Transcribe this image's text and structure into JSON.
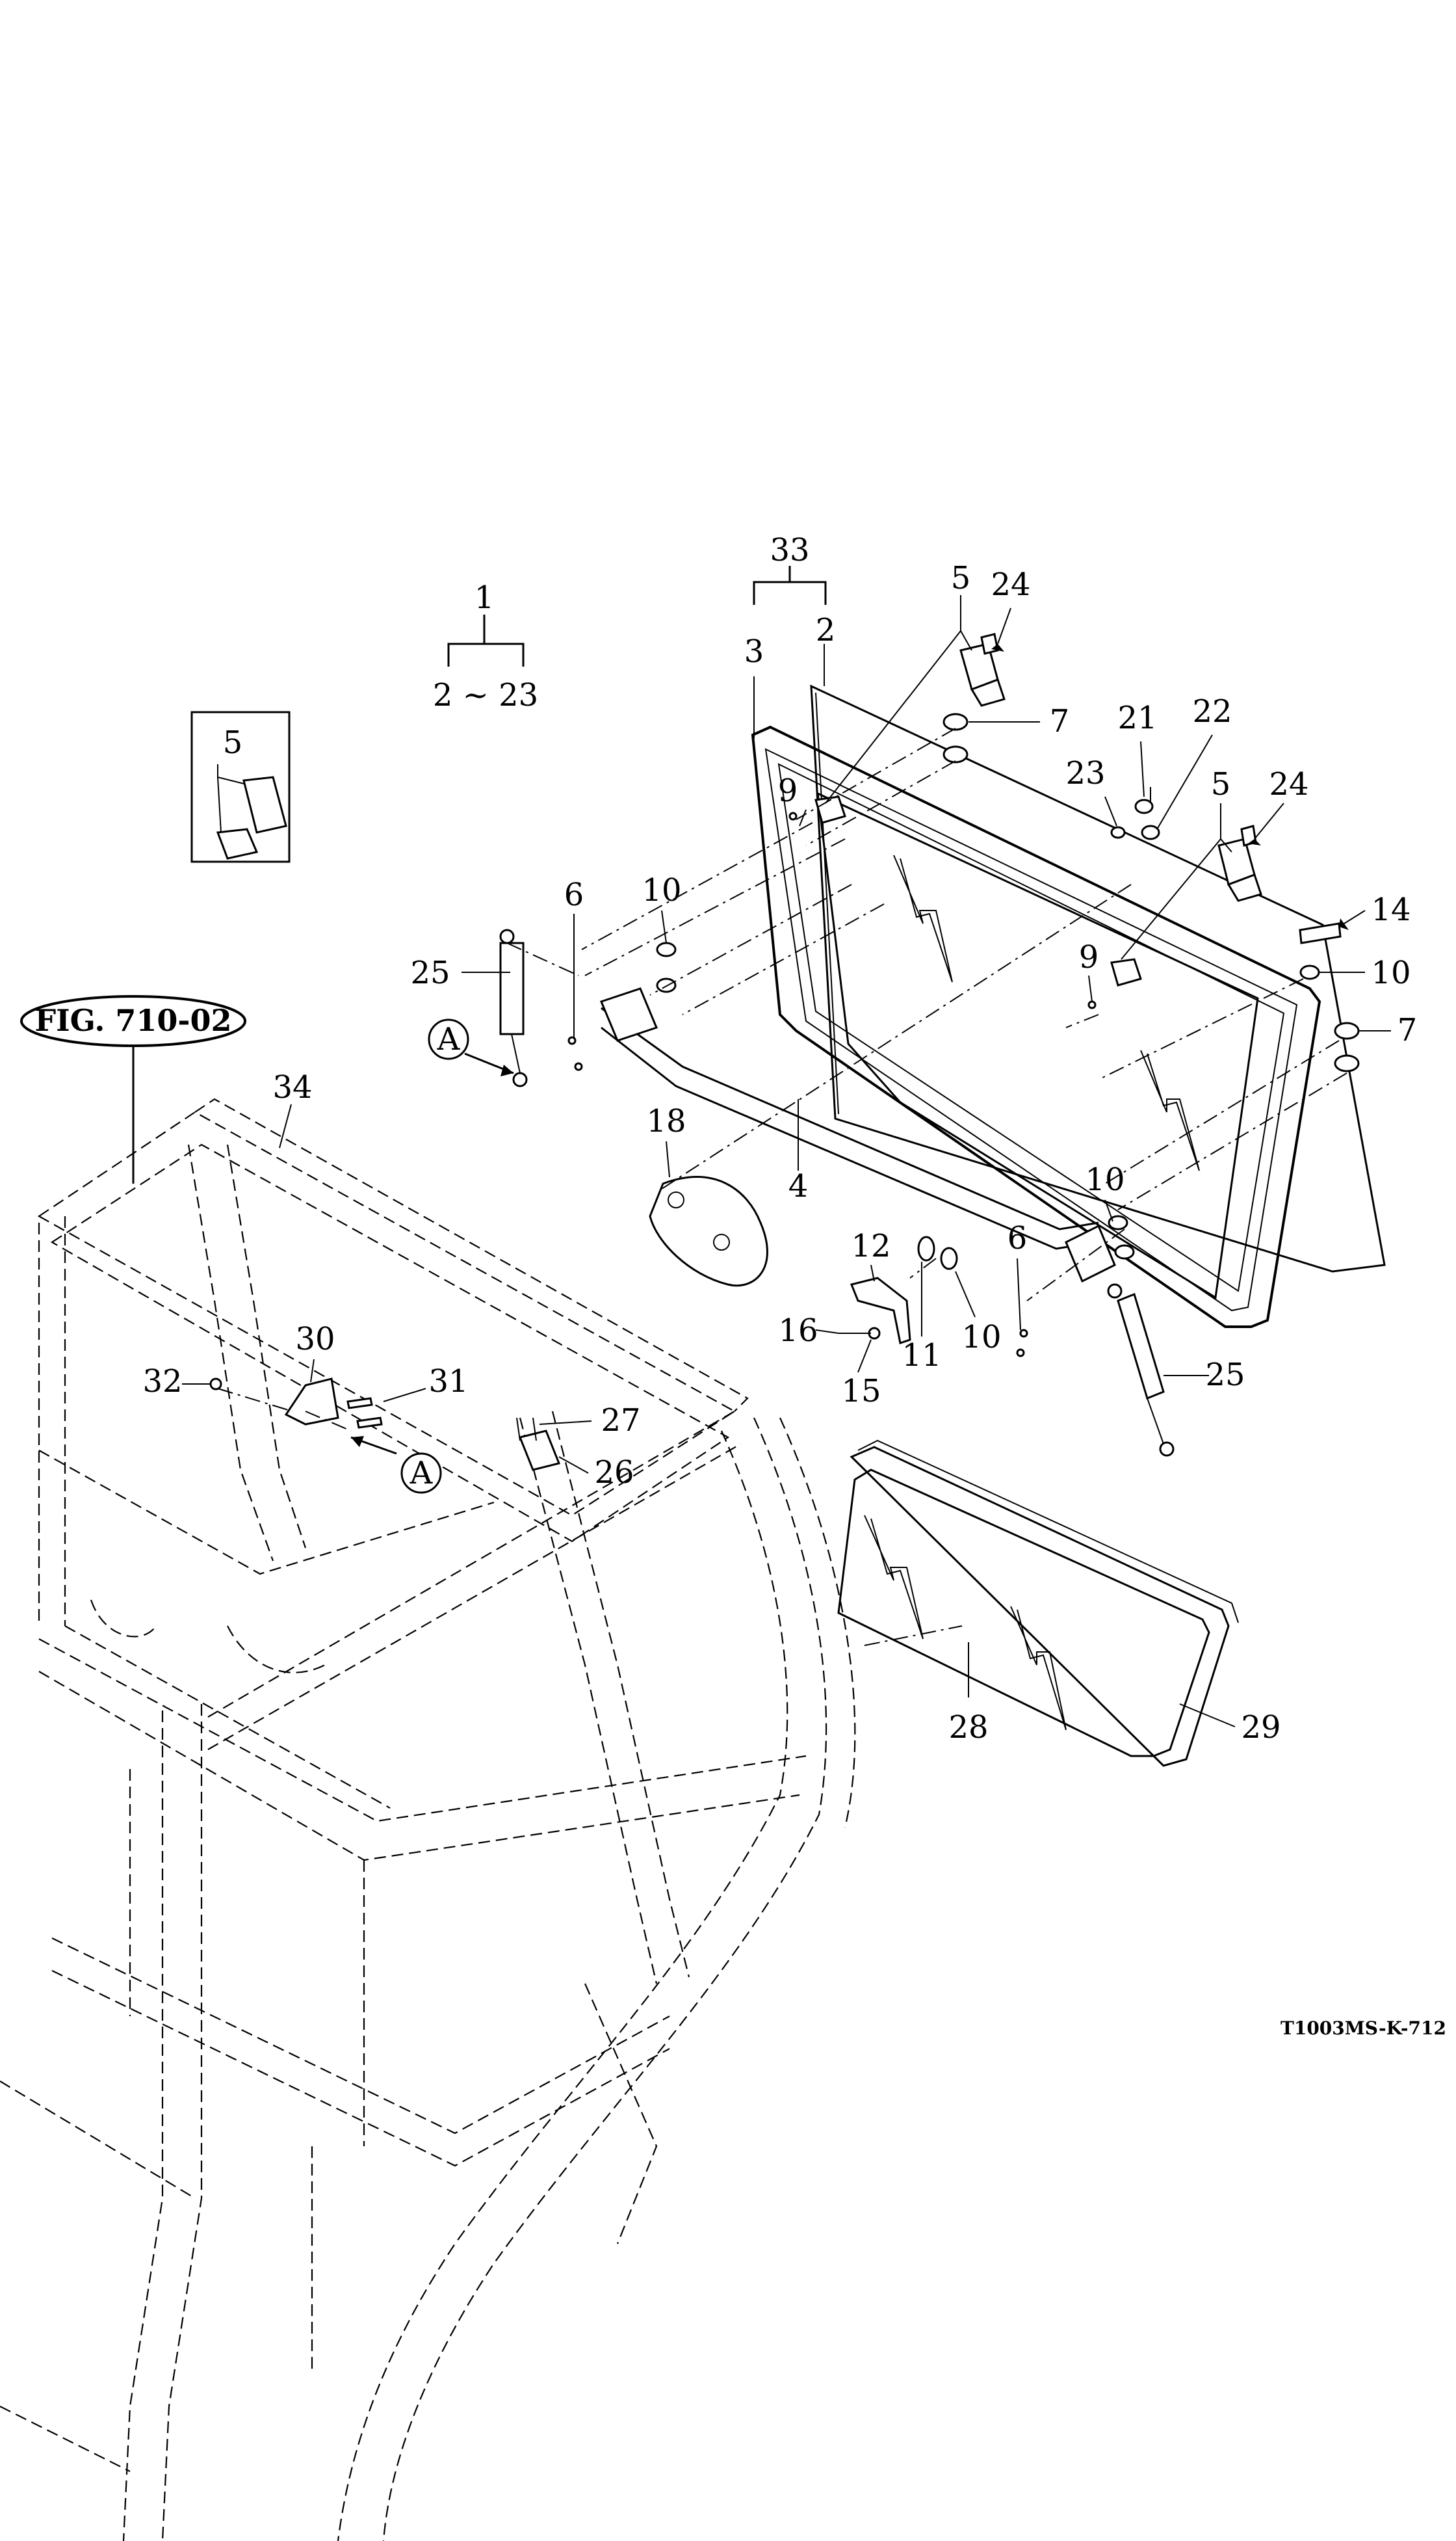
{
  "figure": {
    "reference_label": "FIG. 710-02",
    "drawing_code": "T1003MS-K-712",
    "detail_marker": "A",
    "assembly_group_label": "2 ~ 23"
  },
  "callouts": [
    {
      "id": "c1",
      "text": "1"
    },
    {
      "id": "c2a",
      "text": "2"
    },
    {
      "id": "c3",
      "text": "3"
    },
    {
      "id": "c33",
      "text": "33"
    },
    {
      "id": "c5a",
      "text": "5"
    },
    {
      "id": "c24a",
      "text": "24"
    },
    {
      "id": "c7a",
      "text": "7"
    },
    {
      "id": "c5b",
      "text": "5"
    },
    {
      "id": "c9a",
      "text": "9"
    },
    {
      "id": "c21",
      "text": "21"
    },
    {
      "id": "c22",
      "text": "22"
    },
    {
      "id": "c23",
      "text": "23"
    },
    {
      "id": "c5c",
      "text": "5"
    },
    {
      "id": "c24b",
      "text": "24"
    },
    {
      "id": "c14",
      "text": "14"
    },
    {
      "id": "c10a",
      "text": "10"
    },
    {
      "id": "c6a",
      "text": "6"
    },
    {
      "id": "c10b",
      "text": "10"
    },
    {
      "id": "c25a",
      "text": "25"
    },
    {
      "id": "c9b",
      "text": "9"
    },
    {
      "id": "c7b",
      "text": "7"
    },
    {
      "id": "c18",
      "text": "18"
    },
    {
      "id": "c4",
      "text": "4"
    },
    {
      "id": "c10c",
      "text": "10"
    },
    {
      "id": "c12",
      "text": "12"
    },
    {
      "id": "c6b",
      "text": "6"
    },
    {
      "id": "c16",
      "text": "16"
    },
    {
      "id": "c11",
      "text": "11"
    },
    {
      "id": "c10d",
      "text": "10"
    },
    {
      "id": "c15",
      "text": "15"
    },
    {
      "id": "c25b",
      "text": "25"
    },
    {
      "id": "c34",
      "text": "34"
    },
    {
      "id": "c30",
      "text": "30"
    },
    {
      "id": "c32",
      "text": "32"
    },
    {
      "id": "c31",
      "text": "31"
    },
    {
      "id": "c27",
      "text": "27"
    },
    {
      "id": "c26",
      "text": "26"
    },
    {
      "id": "c28",
      "text": "28"
    },
    {
      "id": "c29",
      "text": "29"
    }
  ]
}
